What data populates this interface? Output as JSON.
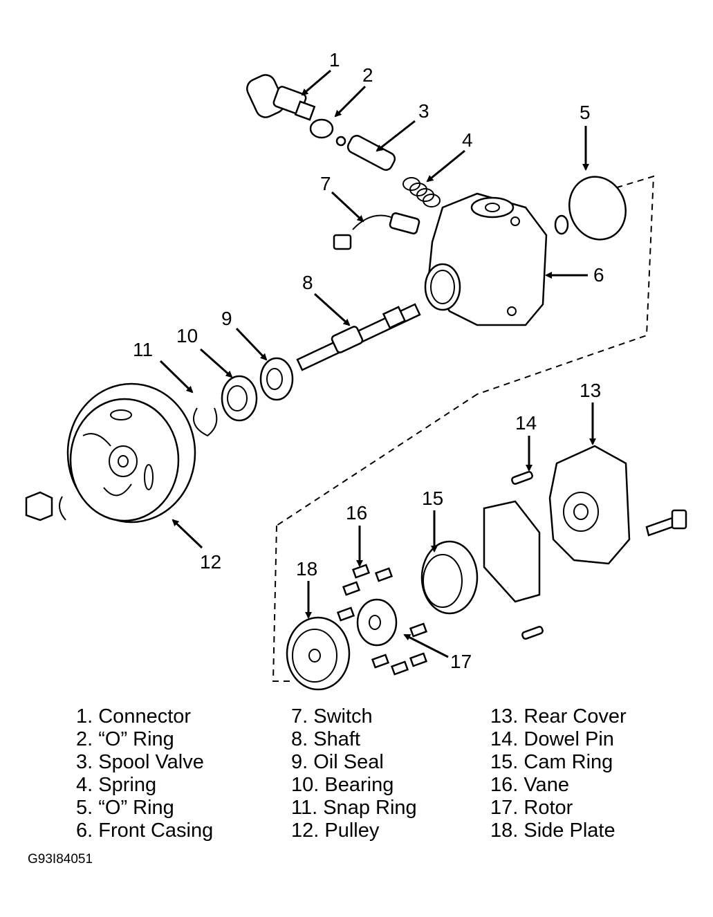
{
  "callouts": {
    "c1": "1",
    "c2": "2",
    "c3": "3",
    "c4": "4",
    "c5": "5",
    "c6": "6",
    "c7": "7",
    "c8": "8",
    "c9": "9",
    "c10": "10",
    "c11": "11",
    "c12": "12",
    "c13": "13",
    "c14": "14",
    "c15": "15",
    "c16": "16",
    "c17": "17",
    "c18": "18"
  },
  "legend": {
    "col1": [
      "1. Connector",
      "2. “O” Ring",
      "3. Spool Valve",
      "4. Spring",
      "5. “O” Ring",
      "6. Front Casing"
    ],
    "col2": [
      "7. Switch",
      "8. Shaft",
      "9. Oil Seal",
      "10. Bearing",
      "11. Snap Ring",
      "12. Pulley"
    ],
    "col3": [
      "13. Rear Cover",
      "14. Dowel Pin",
      "15. Cam Ring",
      "16. Vane",
      "17. Rotor",
      "18. Side Plate"
    ]
  },
  "figure_code": "G93I84051"
}
